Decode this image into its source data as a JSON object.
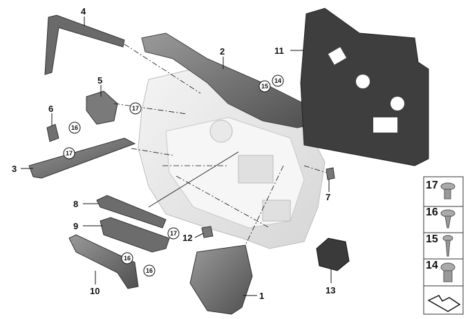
{
  "diagram": {
    "type": "exploded parts diagram",
    "parts": [
      {
        "label": "1"
      },
      {
        "label": "2"
      },
      {
        "label": "3"
      },
      {
        "label": "4"
      },
      {
        "label": "5"
      },
      {
        "label": "6"
      },
      {
        "label": "7"
      },
      {
        "label": "8"
      },
      {
        "label": "9"
      },
      {
        "label": "10"
      },
      {
        "label": "11"
      },
      {
        "label": "12"
      },
      {
        "label": "13"
      }
    ],
    "callouts": [
      "15",
      "14",
      "17",
      "16",
      "17",
      "17",
      "16",
      "16"
    ],
    "legend": [
      {
        "label": "17",
        "icon": "flange-screw-icon"
      },
      {
        "label": "16",
        "icon": "self-tapping-flange-screw-icon"
      },
      {
        "label": "15",
        "icon": "self-tapping-screw-icon"
      },
      {
        "label": "14",
        "icon": "expanding-nut-icon"
      },
      {
        "label": "",
        "icon": "arrow-symbol-icon"
      }
    ]
  },
  "colors": {
    "part_dark": "#5a5a5a",
    "part_mid": "#8a8a8a",
    "frame": "#e6e6e6",
    "pad": "#3c3c3c"
  }
}
